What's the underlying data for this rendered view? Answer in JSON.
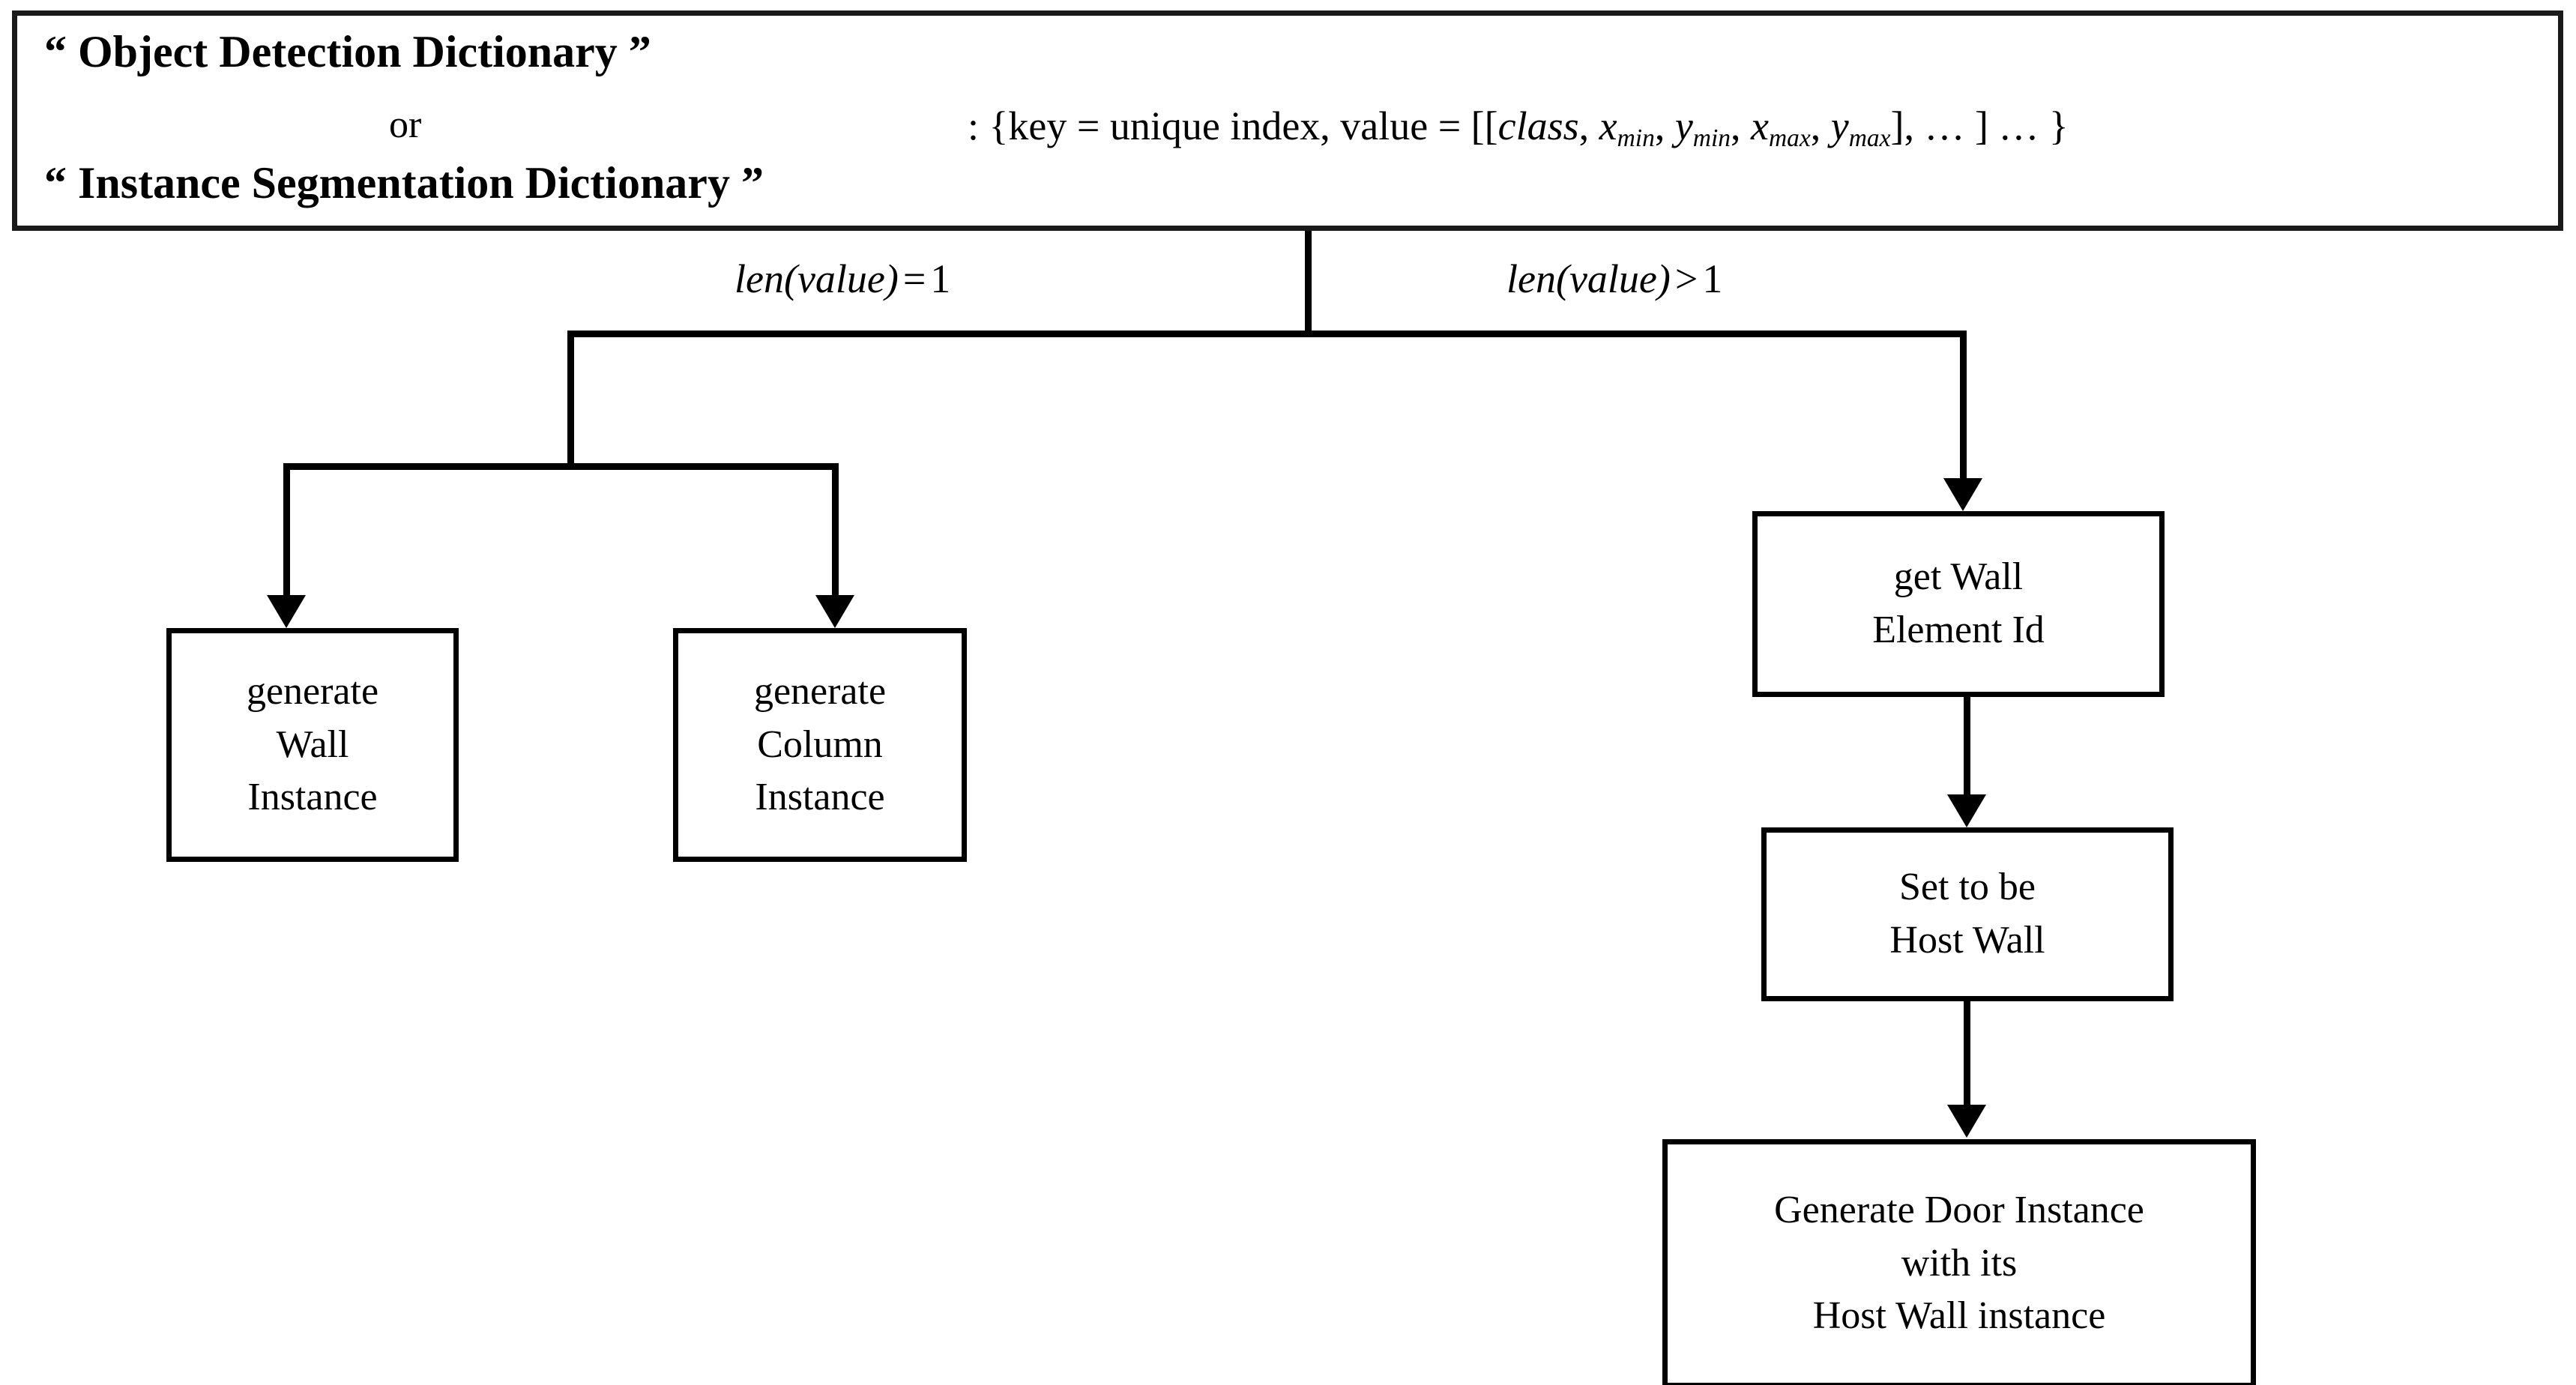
{
  "diagram": {
    "title_line1": "“ Object Detection Dictionary ”",
    "or_label": "or",
    "title_line2": "“ Instance Segmentation Dictionary ”",
    "formula": {
      "prefix": ": {key = unique index, value = [[",
      "class_var": "class",
      "sep": ", ",
      "vars": [
        {
          "base": "x",
          "sub": "min"
        },
        {
          "base": "y",
          "sub": "min"
        },
        {
          "base": "x",
          "sub": "max"
        },
        {
          "base": "y",
          "sub": "max"
        }
      ],
      "suffix": "], … ] … }",
      "full_text": ": {key = unique index, value = [[class, xmin, ymin, xmax, ymax], … ] … }"
    },
    "branches": [
      {
        "id": "left",
        "func": "len(value)",
        "operator": "=",
        "operand": "1"
      },
      {
        "id": "right",
        "func": "len(value)",
        "operator": ">",
        "operand": "1"
      }
    ],
    "nodes": [
      {
        "id": "generate-wall-instance",
        "lines": [
          "generate",
          "Wall",
          "Instance"
        ]
      },
      {
        "id": "generate-column-instance",
        "lines": [
          "generate",
          "Column",
          "Instance"
        ]
      },
      {
        "id": "get-wall-element-id",
        "lines": [
          "get Wall",
          "Element Id"
        ]
      },
      {
        "id": "set-to-be-host-wall",
        "lines": [
          "Set to be",
          "Host Wall"
        ]
      },
      {
        "id": "generate-door-instance",
        "lines": [
          "Generate Door Instance",
          "with its",
          "Host Wall instance"
        ]
      }
    ],
    "colors": {
      "stroke": "#000000",
      "root_border": "#1a1a1a",
      "background": "#ffffff",
      "text": "#000000"
    }
  }
}
